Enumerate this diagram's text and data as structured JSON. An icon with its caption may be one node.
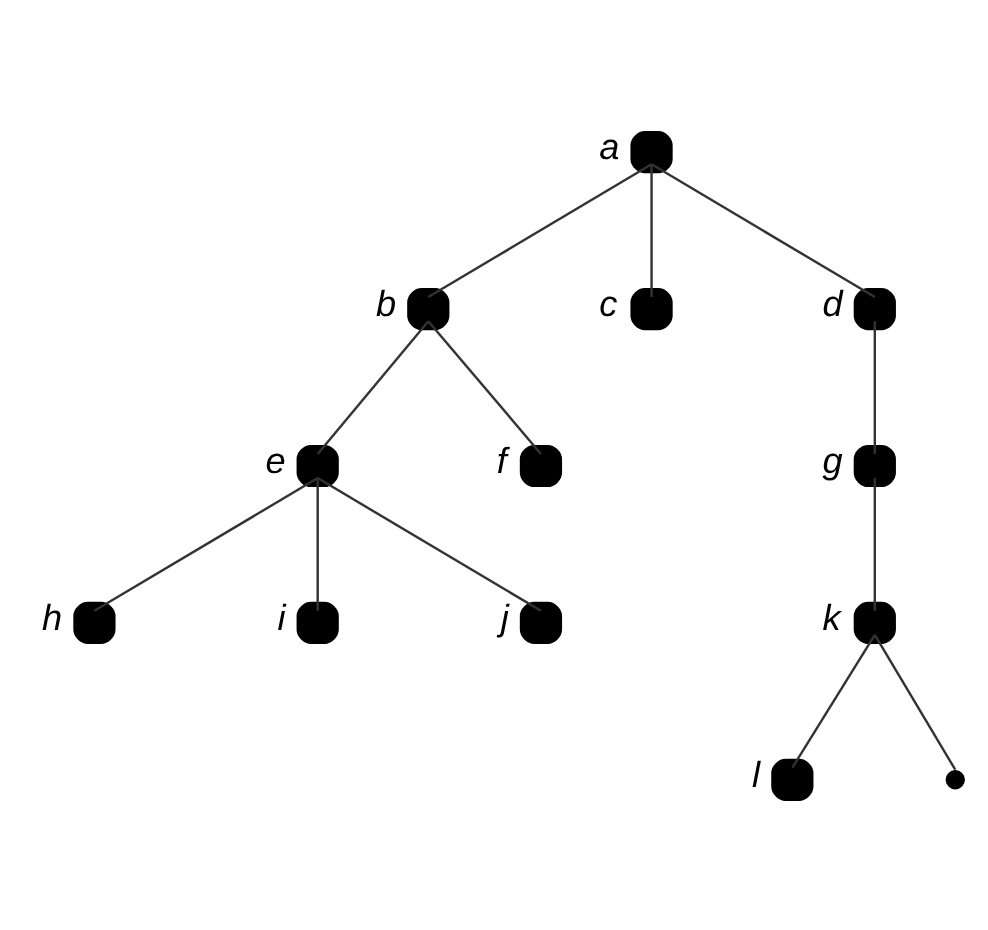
{
  "diagram": {
    "nodes": [
      {
        "text": [
          "a"
        ]
      },
      {
        "text": [
          "b"
        ]
      },
      {
        "text": [
          "c"
        ]
      },
      {
        "text": [
          "d"
        ]
      },
      {
        "text": [
          "e"
        ]
      },
      {
        "text": [
          "f"
        ]
      },
      {
        "text": [
          "g"
        ]
      },
      {
        "text": [
          "h"
        ]
      },
      {
        "text": [
          "i"
        ]
      },
      {
        "text": [
          "j"
        ]
      },
      {
        "text": [
          "k"
        ]
      },
      {
        "text": [
          "l"
        ]
      },
      {
        "text": [],
        "shape": "circle"
      }
    ],
    "edges": [
      {
        "from": 0,
        "to": 1,
        "arrow": "none"
      },
      {
        "from": 0,
        "to": 2,
        "arrow": "none"
      },
      {
        "from": 0,
        "to": 3,
        "arrow": "none"
      },
      {
        "from": 1,
        "to": 4,
        "arrow": "none"
      },
      {
        "from": 1,
        "to": 5,
        "arrow": "none"
      },
      {
        "from": 3,
        "to": 6,
        "arrow": "none"
      },
      {
        "from": 4,
        "to": 7,
        "arrow": "none"
      },
      {
        "from": 4,
        "to": 8,
        "arrow": "none"
      },
      {
        "from": 4,
        "to": 9,
        "arrow": "none"
      },
      {
        "from": 6,
        "to": 10,
        "arrow": "none"
      },
      {
        "from": 10,
        "to": 11,
        "arrow": "none"
      },
      {
        "from": 10,
        "to": 12,
        "arrow": "none"
      }
    ]
  }
}
